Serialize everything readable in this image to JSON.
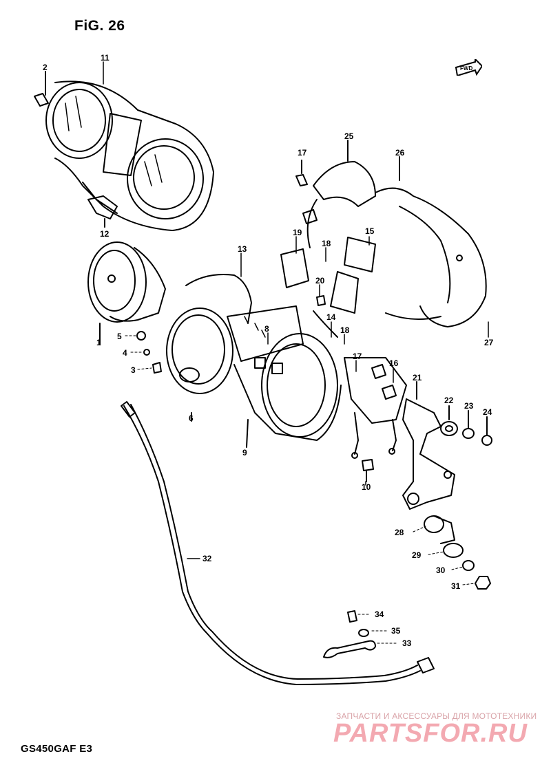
{
  "figure": {
    "title": "FiG. 26",
    "model": "GS450GAF  E3",
    "fwd_label": "FWD"
  },
  "watermark": {
    "tagline": "ЗАПЧАСТИ И АКСЕССУАРЫ ДЛЯ МОТОТЕХНИКИ",
    "brand": "PARTSFOR.RU"
  },
  "callouts": [
    {
      "id": "c1",
      "label": "1"
    },
    {
      "id": "c2",
      "label": "2"
    },
    {
      "id": "c3",
      "label": "3"
    },
    {
      "id": "c4",
      "label": "4"
    },
    {
      "id": "c5",
      "label": "5"
    },
    {
      "id": "c6",
      "label": "6"
    },
    {
      "id": "c8",
      "label": "8"
    },
    {
      "id": "c9",
      "label": "9"
    },
    {
      "id": "c10",
      "label": "10"
    },
    {
      "id": "c11",
      "label": "11"
    },
    {
      "id": "c12",
      "label": "12"
    },
    {
      "id": "c13",
      "label": "13"
    },
    {
      "id": "c14",
      "label": "14"
    },
    {
      "id": "c15",
      "label": "15"
    },
    {
      "id": "c16",
      "label": "16"
    },
    {
      "id": "c17a",
      "label": "17"
    },
    {
      "id": "c17b",
      "label": "17"
    },
    {
      "id": "c18a",
      "label": "18"
    },
    {
      "id": "c18b",
      "label": "18"
    },
    {
      "id": "c19",
      "label": "19"
    },
    {
      "id": "c20",
      "label": "20"
    },
    {
      "id": "c21",
      "label": "21"
    },
    {
      "id": "c22",
      "label": "22"
    },
    {
      "id": "c23",
      "label": "23"
    },
    {
      "id": "c24",
      "label": "24"
    },
    {
      "id": "c25",
      "label": "25"
    },
    {
      "id": "c26",
      "label": "26"
    },
    {
      "id": "c27",
      "label": "27"
    },
    {
      "id": "c28",
      "label": "28"
    },
    {
      "id": "c29",
      "label": "29"
    },
    {
      "id": "c30",
      "label": "30"
    },
    {
      "id": "c31",
      "label": "31"
    },
    {
      "id": "c32",
      "label": "32"
    },
    {
      "id": "c33",
      "label": "33"
    },
    {
      "id": "c34",
      "label": "34"
    },
    {
      "id": "c35",
      "label": "35"
    }
  ]
}
